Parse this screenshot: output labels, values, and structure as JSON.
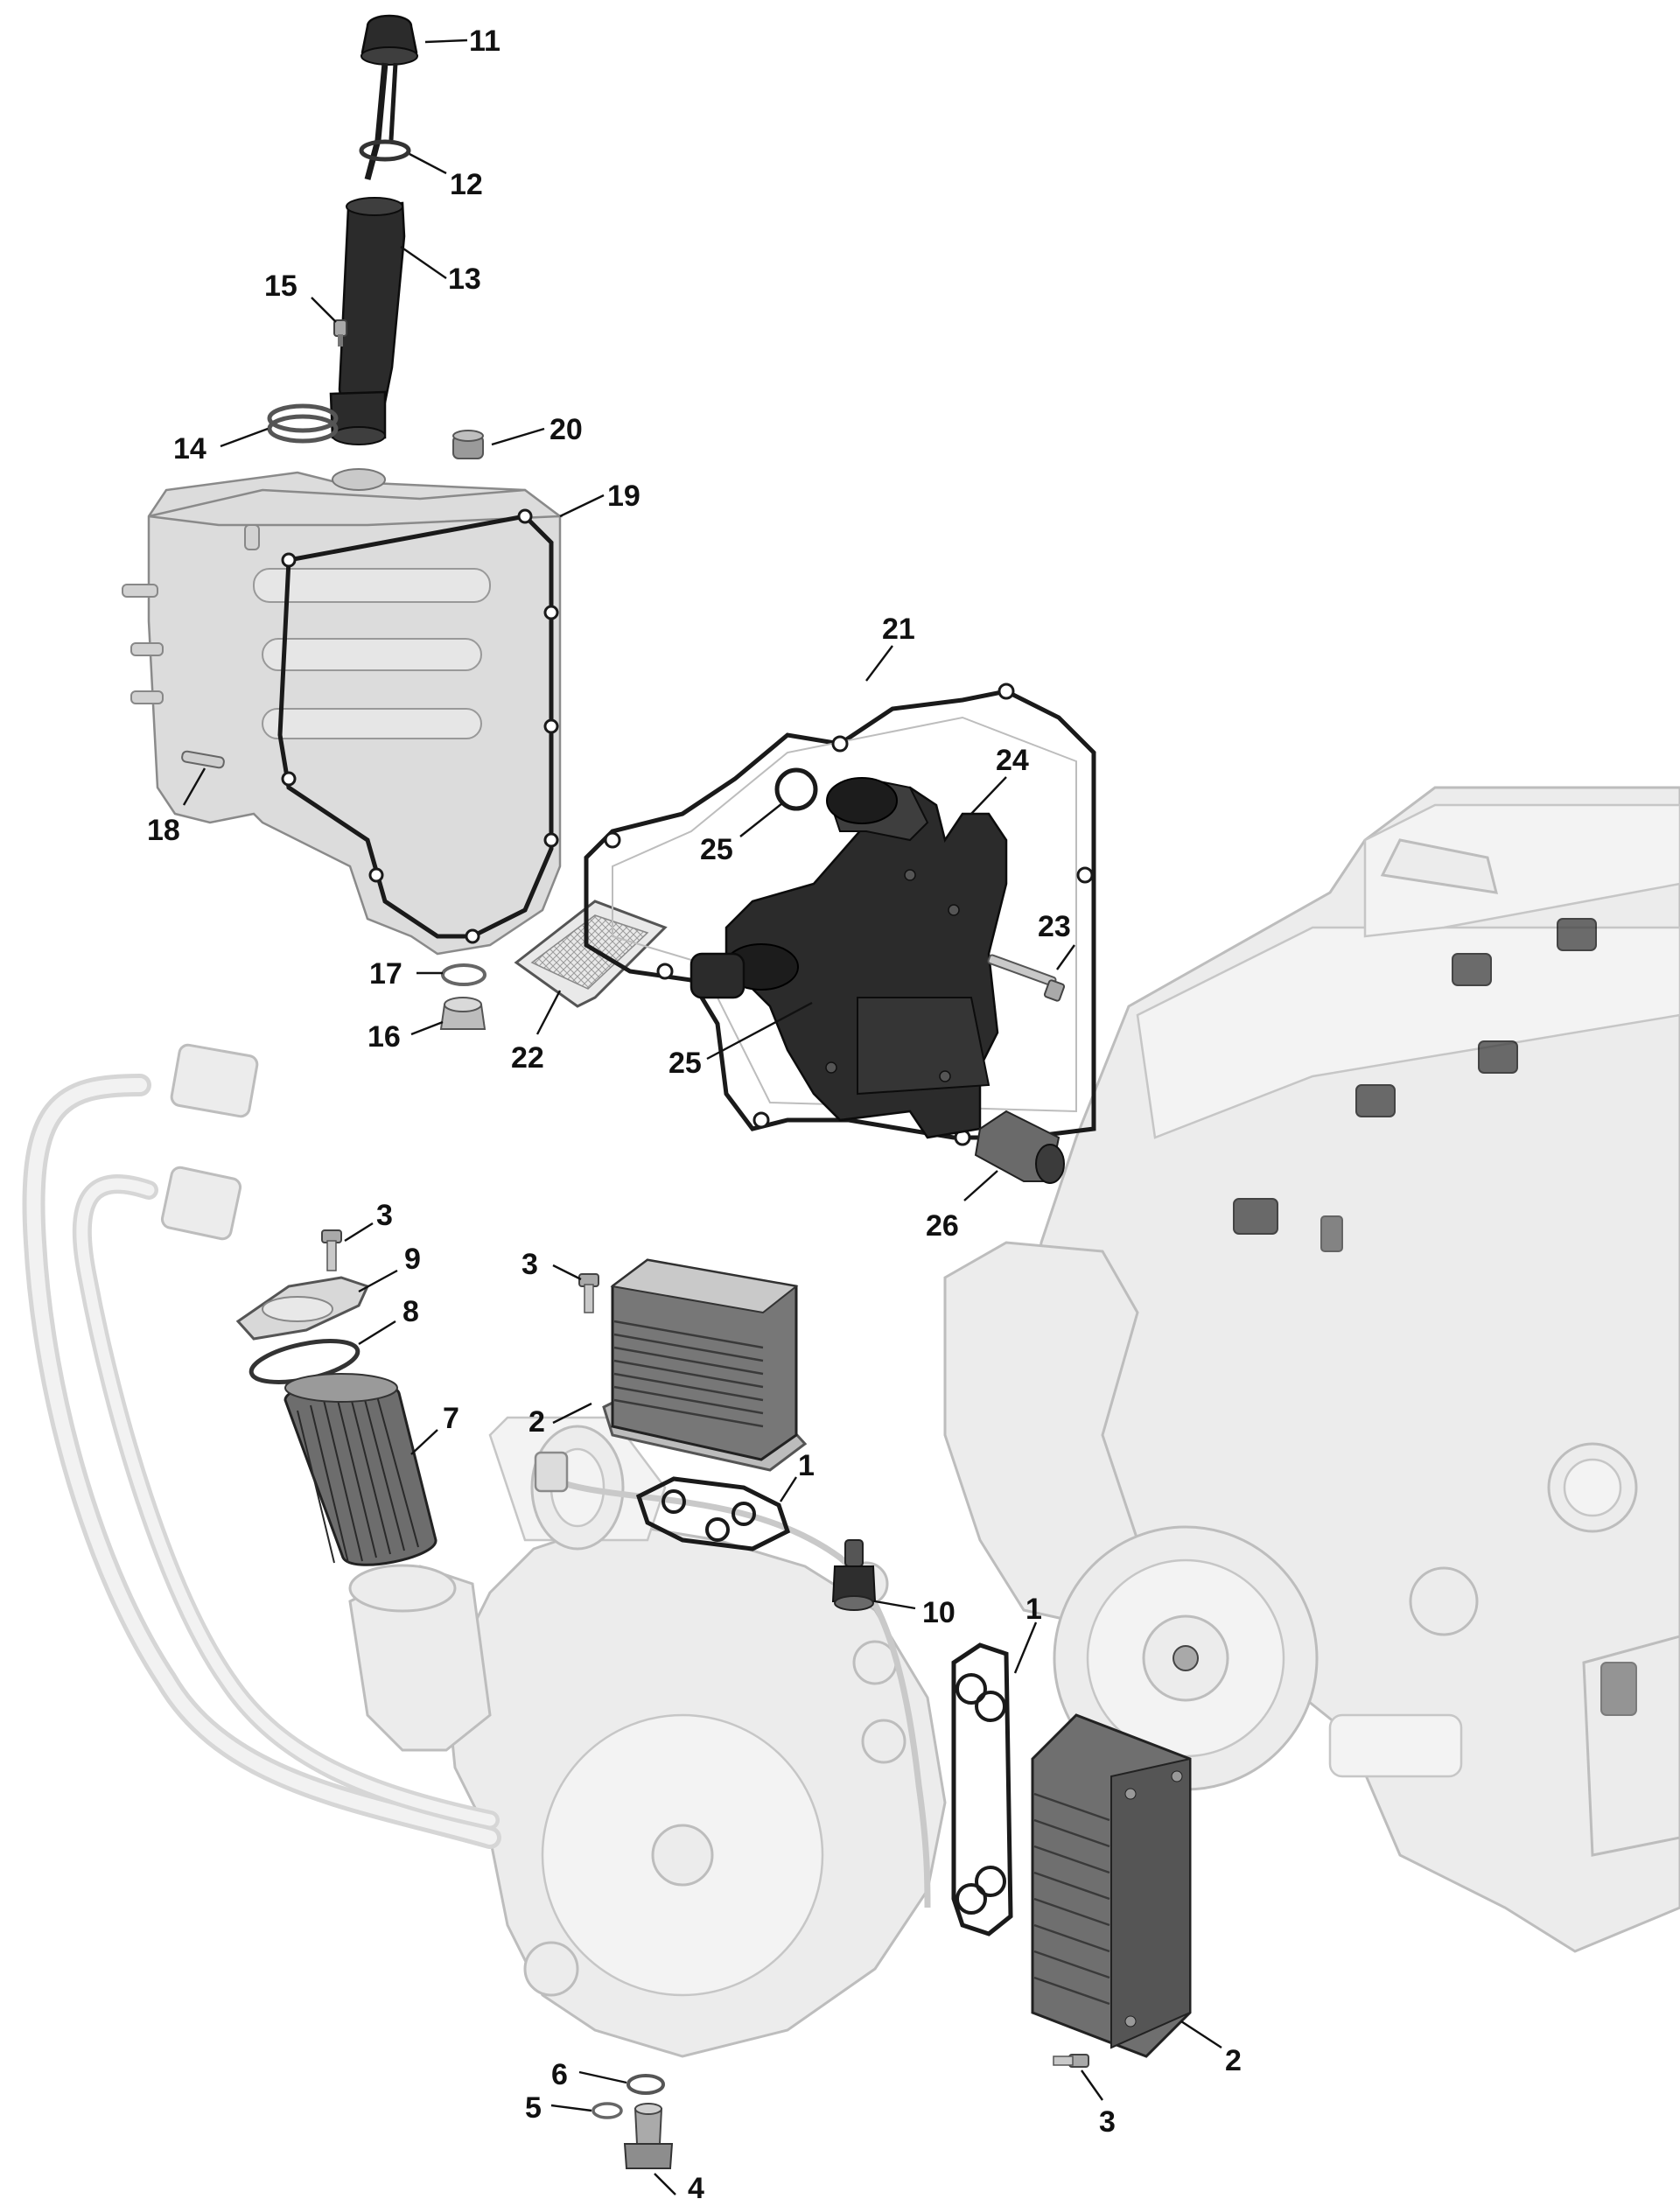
{
  "callouts": [
    {
      "id": "c11",
      "text": "11"
    },
    {
      "id": "c12",
      "text": "12"
    },
    {
      "id": "c13",
      "text": "13"
    },
    {
      "id": "c15",
      "text": "15"
    },
    {
      "id": "c14",
      "text": "14"
    },
    {
      "id": "c20",
      "text": "20"
    },
    {
      "id": "c19",
      "text": "19"
    },
    {
      "id": "c21",
      "text": "21"
    },
    {
      "id": "c24",
      "text": "24"
    },
    {
      "id": "c25a",
      "text": "25"
    },
    {
      "id": "c18",
      "text": "18"
    },
    {
      "id": "c23",
      "text": "23"
    },
    {
      "id": "c17",
      "text": "17"
    },
    {
      "id": "c16",
      "text": "16"
    },
    {
      "id": "c22",
      "text": "22"
    },
    {
      "id": "c25b",
      "text": "25"
    },
    {
      "id": "c26",
      "text": "26"
    },
    {
      "id": "c3a",
      "text": "3"
    },
    {
      "id": "c9",
      "text": "9"
    },
    {
      "id": "c8",
      "text": "8"
    },
    {
      "id": "c3b",
      "text": "3"
    },
    {
      "id": "c7",
      "text": "7"
    },
    {
      "id": "c2a",
      "text": "2"
    },
    {
      "id": "c1a",
      "text": "1"
    },
    {
      "id": "c10",
      "text": "10"
    },
    {
      "id": "c1b",
      "text": "1"
    },
    {
      "id": "c6",
      "text": "6"
    },
    {
      "id": "c2b",
      "text": "2"
    },
    {
      "id": "c5",
      "text": "5"
    },
    {
      "id": "c3c",
      "text": "3"
    },
    {
      "id": "c4",
      "text": "4"
    }
  ],
  "colors": {
    "ink": "#111111",
    "dark_part": "#2b2b2b",
    "ghost_part": "#ececec",
    "metal_part": "#dcdcdc"
  }
}
